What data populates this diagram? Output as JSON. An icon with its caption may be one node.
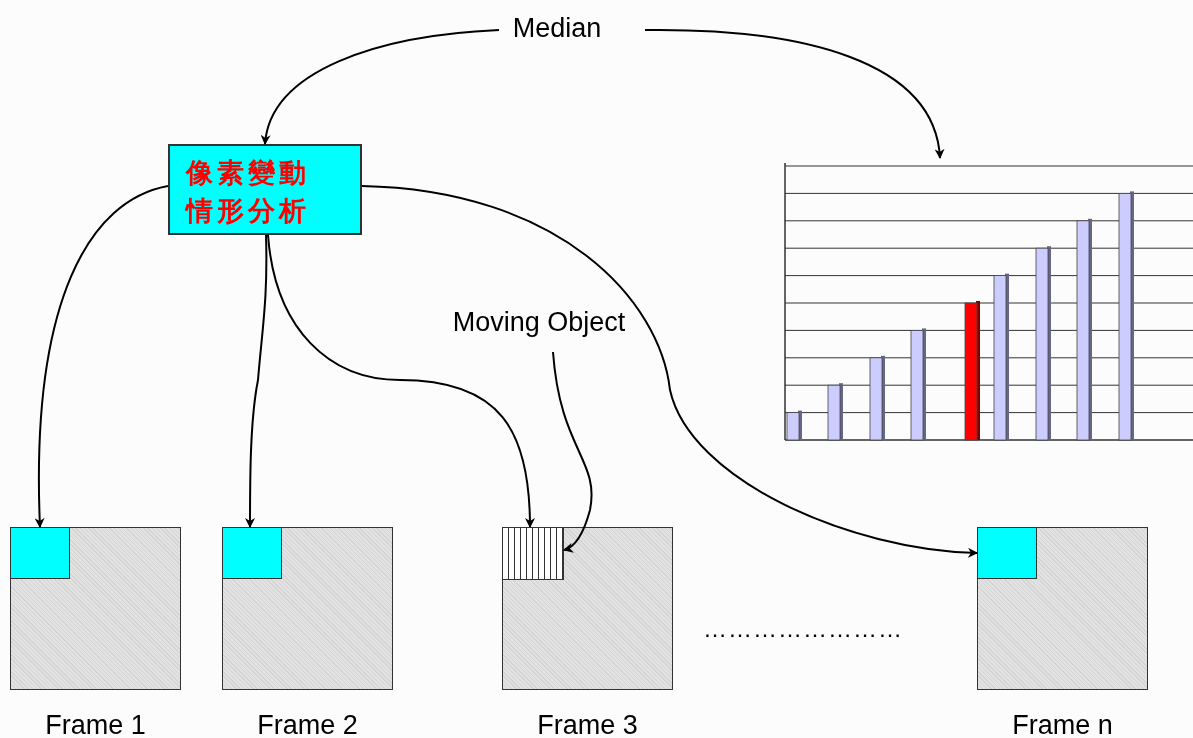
{
  "diagram": {
    "nodes": [
      {
        "text": [
          "Median"
        ]
      },
      {
        "text": [
          "像素變動情形分析"
        ]
      },
      {
        "text": [],
        "shape": "chart"
      },
      {
        "text": [
          "Moving Object"
        ]
      },
      {
        "text": [
          "Frame 1"
        ]
      },
      {
        "text": [],
        "shape": "box",
        "in": 4
      },
      {
        "text": [
          "Frame 2"
        ]
      },
      {
        "text": [],
        "shape": "box",
        "in": 6
      },
      {
        "text": [
          "Frame 3"
        ]
      },
      {
        "text": [],
        "shape": "box",
        "in": 8
      },
      {
        "text": [
          "Frame n"
        ]
      },
      {
        "text": [],
        "shape": "box",
        "in": 10
      }
    ],
    "edges": [
      {
        "from": 0,
        "to": 1,
        "arrow": "to"
      },
      {
        "from": 0,
        "to": 2,
        "arrow": "to"
      },
      {
        "from": 1,
        "to": 5,
        "arrow": "to"
      },
      {
        "from": 1,
        "to": 7,
        "arrow": "to"
      },
      {
        "from": 1,
        "to": 9,
        "arrow": "to"
      },
      {
        "from": 1,
        "to": 11,
        "arrow": "to"
      },
      {
        "from": 3,
        "to": 9,
        "arrow": "to"
      }
    ],
    "labels": [
      "……………………"
    ]
  }
}
